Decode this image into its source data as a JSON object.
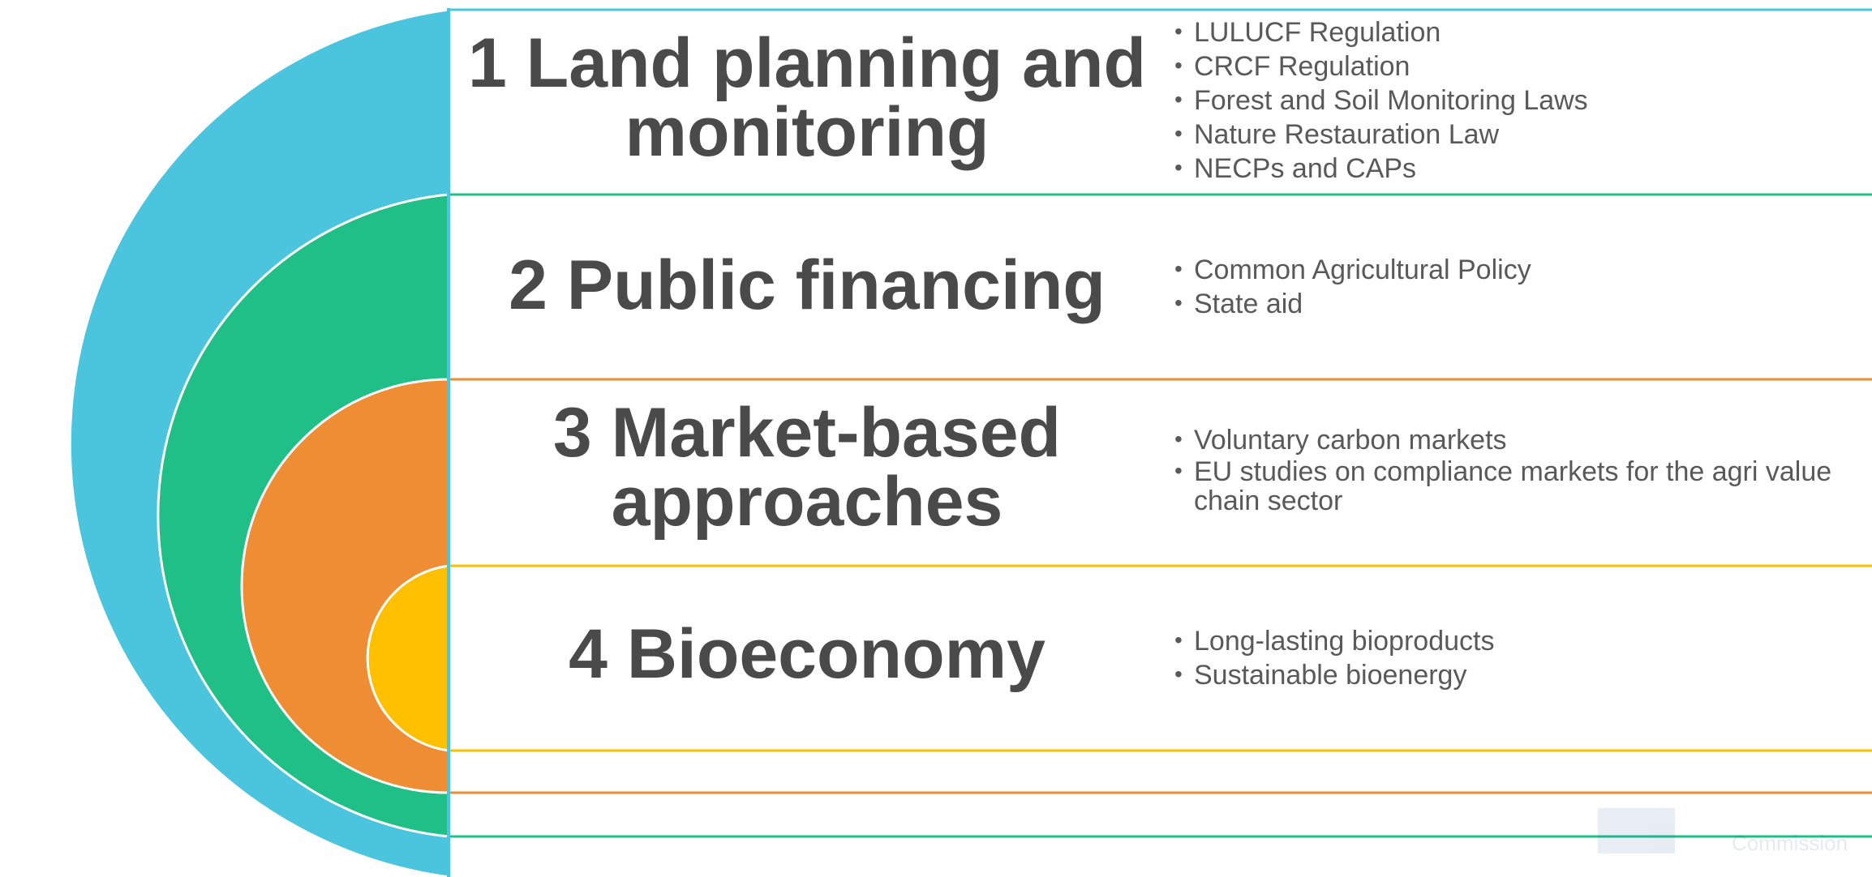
{
  "colors": {
    "blue": "#4bc4de",
    "green": "#1fbf87",
    "orange": "#ee8d33",
    "yellow": "#ffc000",
    "heading_text": "#4a4a4a",
    "bullet_text": "#595959"
  },
  "rows": [
    {
      "heading_line1": "1 Land planning and",
      "heading_line2": "monitoring",
      "bullets": [
        "LULUCF Regulation",
        "CRCF Regulation",
        "Forest and Soil Monitoring Laws",
        "Nature Restauration Law",
        "NECPs and CAPs"
      ]
    },
    {
      "heading_line1": "2 Public financing",
      "bullets": [
        "Common Agricultural Policy",
        "State aid"
      ]
    },
    {
      "heading_line1": "3 Market-based",
      "heading_line2": "approaches",
      "bullets": [
        "Voluntary carbon markets",
        "EU studies on compliance markets for the agri value chain sector"
      ]
    },
    {
      "heading_line1": "4 Bioeconomy",
      "bullets": [
        "Long-lasting bioproducts",
        "Sustainable bioenergy"
      ]
    }
  ],
  "watermark": {
    "text": "Commission",
    "icon": "eu-flag-icon"
  }
}
